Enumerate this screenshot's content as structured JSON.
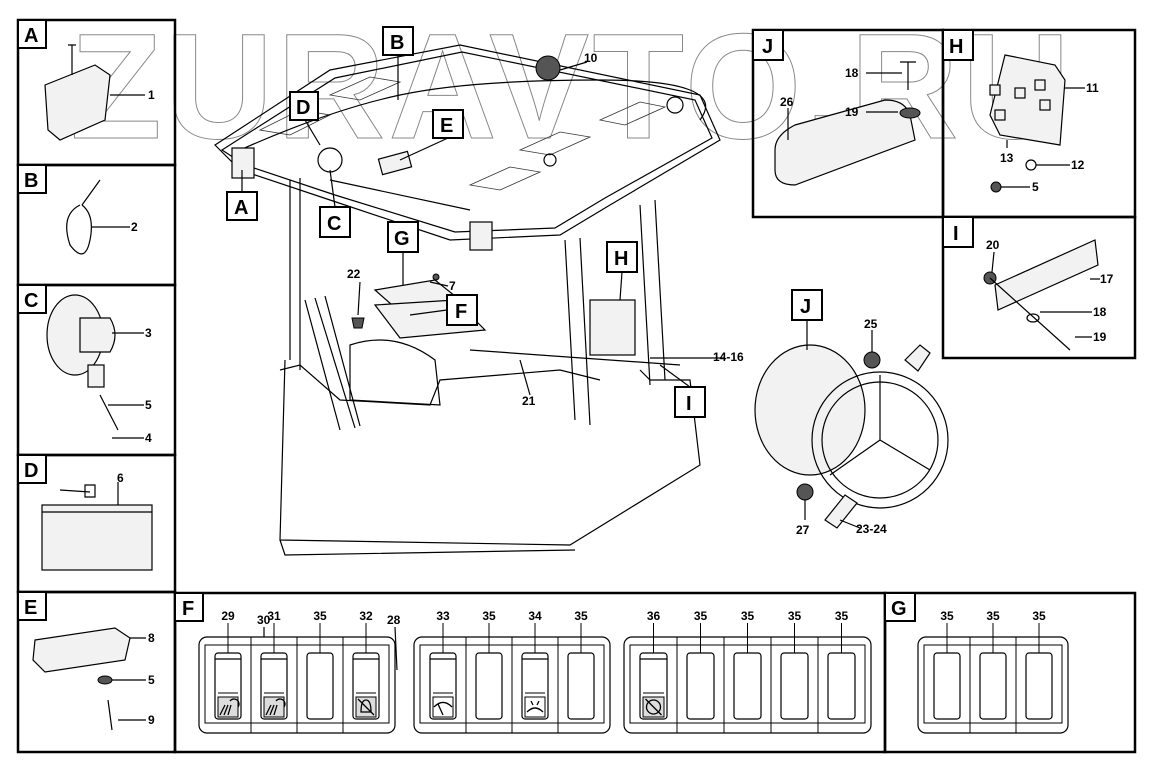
{
  "watermark": "ZURAVTO.RU",
  "main_view": {
    "callouts": [
      "A",
      "B",
      "C",
      "D",
      "E",
      "F",
      "G",
      "H",
      "I",
      "J"
    ],
    "numbers": {
      "n10": "10",
      "n7": "7",
      "n22": "22",
      "n14_16": "14-16",
      "n21": "21",
      "n25": "25",
      "n27": "27",
      "n23_24": "23-24"
    }
  },
  "panels": {
    "A": {
      "letter": "A",
      "numbers": [
        "1"
      ]
    },
    "B": {
      "letter": "B",
      "numbers": [
        "2"
      ]
    },
    "C": {
      "letter": "C",
      "numbers": [
        "3",
        "5",
        "4"
      ]
    },
    "D": {
      "letter": "D",
      "numbers": [
        "6"
      ]
    },
    "E": {
      "letter": "E",
      "numbers": [
        "8",
        "5",
        "9"
      ]
    },
    "J": {
      "letter": "J",
      "numbers": [
        "18",
        "19",
        "26"
      ]
    },
    "H": {
      "letter": "H",
      "numbers": [
        "11",
        "13",
        "12",
        "5"
      ]
    },
    "I": {
      "letter": "I",
      "numbers": [
        "20",
        "17",
        "18",
        "19"
      ]
    },
    "F": {
      "letter": "F",
      "frame_label": "28",
      "label_30": "30",
      "switches": [
        {
          "label": "29",
          "icon": "work-light-front-icon"
        },
        {
          "label": "31",
          "icon": "work-light-rear-icon"
        },
        {
          "label": "35",
          "icon": "blank"
        },
        {
          "label": "32",
          "icon": "alarm-off-icon"
        },
        {
          "label": "33",
          "icon": "wiper-front-icon"
        },
        {
          "label": "35",
          "icon": "blank"
        },
        {
          "label": "34",
          "icon": "washer-icon"
        },
        {
          "label": "35",
          "icon": "blank"
        },
        {
          "label": "36",
          "icon": "fan-off-icon"
        },
        {
          "label": "35",
          "icon": "blank"
        },
        {
          "label": "35",
          "icon": "blank"
        },
        {
          "label": "35",
          "icon": "blank"
        },
        {
          "label": "35",
          "icon": "blank"
        }
      ]
    },
    "G": {
      "letter": "G",
      "switches": [
        {
          "label": "35"
        },
        {
          "label": "35"
        },
        {
          "label": "35"
        }
      ]
    }
  }
}
